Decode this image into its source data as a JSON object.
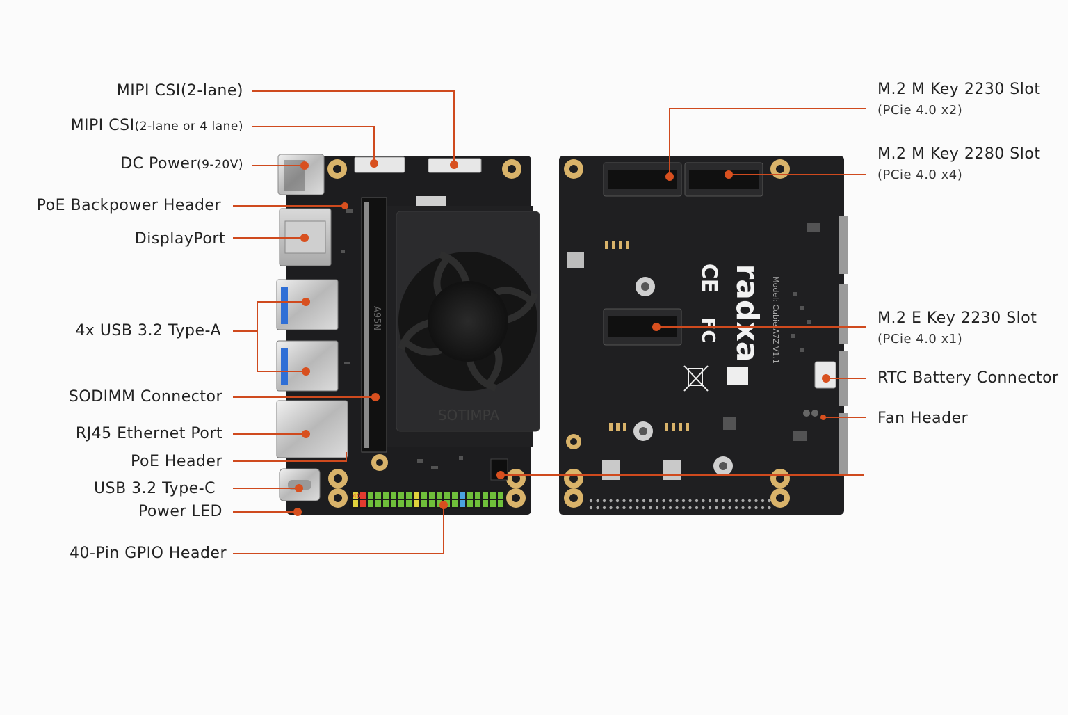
{
  "callouts_left": [
    {
      "id": "mipi-csi-2lane",
      "text": "MIPI CSI(2-lane)",
      "suffix": ""
    },
    {
      "id": "mipi-csi-2or4",
      "text": "MIPI CSI",
      "suffix": "(2-lane or 4 lane)"
    },
    {
      "id": "dc-power",
      "text": "DC Power",
      "suffix": "(9-20V)"
    },
    {
      "id": "poe-backpower",
      "text": "PoE Backpower Header",
      "suffix": ""
    },
    {
      "id": "displayport",
      "text": "DisplayPort",
      "suffix": ""
    },
    {
      "id": "usb-a",
      "text": "4x USB 3.2 Type-A",
      "suffix": ""
    },
    {
      "id": "sodimm",
      "text": "SODIMM Connector",
      "suffix": ""
    },
    {
      "id": "rj45",
      "text": "RJ45 Ethernet Port",
      "suffix": ""
    },
    {
      "id": "poe-header",
      "text": "PoE Header",
      "suffix": ""
    },
    {
      "id": "usb-c",
      "text": "USB 3.2 Type-C",
      "suffix": ""
    },
    {
      "id": "power-led",
      "text": "Power LED",
      "suffix": ""
    },
    {
      "id": "gpio",
      "text": "40-Pin GPIO Header",
      "suffix": ""
    }
  ],
  "callouts_right": [
    {
      "id": "m2-2230-m",
      "text": "M.2 M Key 2230 Slot",
      "sub": "(PCie 4.0 x2)"
    },
    {
      "id": "m2-2280-m",
      "text": "M.2 M Key 2280 Slot",
      "sub": "(PCie 4.0 x4)"
    },
    {
      "id": "m2-2230-e",
      "text": "M.2 E Key 2230 Slot",
      "sub": "(PCie 4.0 x1)"
    },
    {
      "id": "rtc",
      "text": "RTC Battery Connector",
      "sub": ""
    },
    {
      "id": "fan",
      "text": "Fan Header",
      "sub": ""
    }
  ],
  "board_markings": {
    "brand": "radxa",
    "fan_text": "SOTIMPA",
    "module_text": "A95N",
    "model_text": "Model: Cubie A7Z V1.1",
    "gpio_pin_label": "40"
  },
  "colors": {
    "callout_line": "#cf4a1e",
    "callout_dot": "#d8501f",
    "pcb": "#1d1d1f",
    "gold_pad": "#d9b36a"
  }
}
